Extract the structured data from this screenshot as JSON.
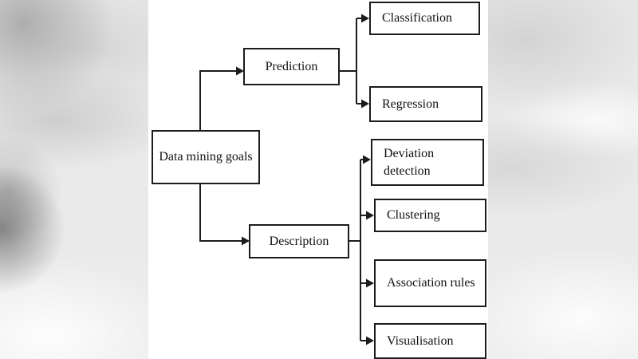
{
  "diagram": {
    "nodes": {
      "root": {
        "label": "Data mining goals"
      },
      "prediction": {
        "label": "Prediction"
      },
      "classification": {
        "label": "Classification"
      },
      "regression": {
        "label": "Regression"
      },
      "deviation": {
        "label": "Deviation detection"
      },
      "clustering": {
        "label": "Clustering"
      },
      "description": {
        "label": "Description"
      },
      "association": {
        "label": "Association rules"
      },
      "visualisation": {
        "label": "Visualisation"
      }
    },
    "edges": [
      {
        "from": "Data mining goals",
        "to": "Prediction"
      },
      {
        "from": "Data mining goals",
        "to": "Description"
      },
      {
        "from": "Prediction",
        "to": "Classification"
      },
      {
        "from": "Prediction",
        "to": "Regression"
      },
      {
        "from": "Description",
        "to": "Deviation detection"
      },
      {
        "from": "Description",
        "to": "Clustering"
      },
      {
        "from": "Description",
        "to": "Association rules"
      },
      {
        "from": "Description",
        "to": "Visualisation"
      }
    ],
    "colors": {
      "box_border": "#1c1c1c",
      "box_fill": "#ffffff",
      "text": "#111111",
      "panel_background": "#ffffff",
      "outer_background": "#e7e7e7",
      "connector": "#1c1c1c"
    }
  }
}
